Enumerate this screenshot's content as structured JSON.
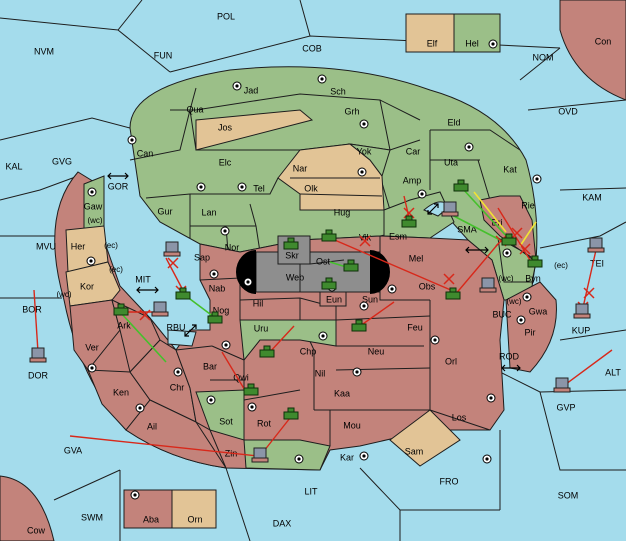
{
  "colors": {
    "sea": "#a4dcec",
    "green": "#9bbf88",
    "red": "#c3837b",
    "tan": "#e2c496",
    "gray": "#8e8e8e",
    "order_red": "#d8281a",
    "order_green": "#45c02c",
    "order_yellow": "#f1e433"
  },
  "icons": {
    "army": "green-tank-icon",
    "fleet": "blue-gray-ship-icon",
    "supply_center": "supply-center-icon"
  },
  "sea_labels": {
    "POL": "POL",
    "COB": "COB",
    "FUN": "FUN",
    "NVM": "NVM",
    "NOM": "NOM",
    "OVD": "OVD",
    "Con": "Con",
    "KAL": "KAL",
    "GVG": "GVG",
    "GOR": "GOR",
    "KAM": "KAM",
    "SMA": "SMA",
    "MVU": "MVU",
    "MIT": "MIT",
    "BOR": "BOR",
    "RBU": "RBU",
    "DOR": "DOR",
    "BUC": "BUC",
    "KUP": "KUP",
    "ROD": "ROD",
    "ALT": "ALT",
    "GVP": "GVP",
    "GVA": "GVA",
    "FRO": "FRO",
    "SOM": "SOM",
    "LIT": "LIT",
    "DAX": "DAX",
    "SWM": "SWM",
    "Cow": "Cow"
  },
  "land_labels": {
    "Elf": "Elf",
    "Hel": "Hel",
    "Jad": "Jad",
    "Sch": "Sch",
    "Qua": "Qua",
    "Jos": "Jos",
    "Grh": "Grh",
    "Eld": "Eld",
    "Can": "Can",
    "Yok": "Yok",
    "Car": "Car",
    "Elc": "Elc",
    "Nar": "Nar",
    "Uta": "Uta",
    "Kat": "Kat",
    "Tel": "Tel",
    "Olk": "Olk",
    "Amp": "Amp",
    "Gaw": "Gaw",
    "Gur": "Gur",
    "Lan": "Lan",
    "Hug": "Hug",
    "Rie": "Rie",
    "Eri": "Eri",
    "Esm": "Esm",
    "Nor": "Nor",
    "Skr": "Skr",
    "Vik": "Vik",
    "Her": "Her",
    "Sap": "Sap",
    "Web": "Web",
    "Ost": "Ost",
    "Mel": "Mel",
    "TEI": "TEI",
    "Byn": "Byn",
    "Kor": "Kor",
    "Nab": "Nab",
    "Eun": "Eun",
    "Obs": "Obs",
    "Hil": "Hil",
    "Sun": "Sun",
    "Gwa": "Gwa",
    "Nog": "Nog",
    "Ark": "Ark",
    "Uru": "Uru",
    "Feu": "Feu",
    "Pir": "Pir",
    "Ver": "Ver",
    "Chp": "Chp",
    "Neu": "Neu",
    "Bar": "Bar",
    "Orl": "Orl",
    "Qwi": "Qwi",
    "Nil": "Nil",
    "Ken": "Ken",
    "Chr": "Chr",
    "Kaa": "Kaa",
    "Sot": "Sot",
    "Rot": "Rot",
    "Los": "Los",
    "Ail": "Ail",
    "Mou": "Mou",
    "Zin": "Zin",
    "Kar": "Kar",
    "Sam": "Sam",
    "Aba": "Aba",
    "Orn": "Orn"
  },
  "coast_labels": {
    "wc": "(wc)",
    "ec": "(ec)"
  }
}
